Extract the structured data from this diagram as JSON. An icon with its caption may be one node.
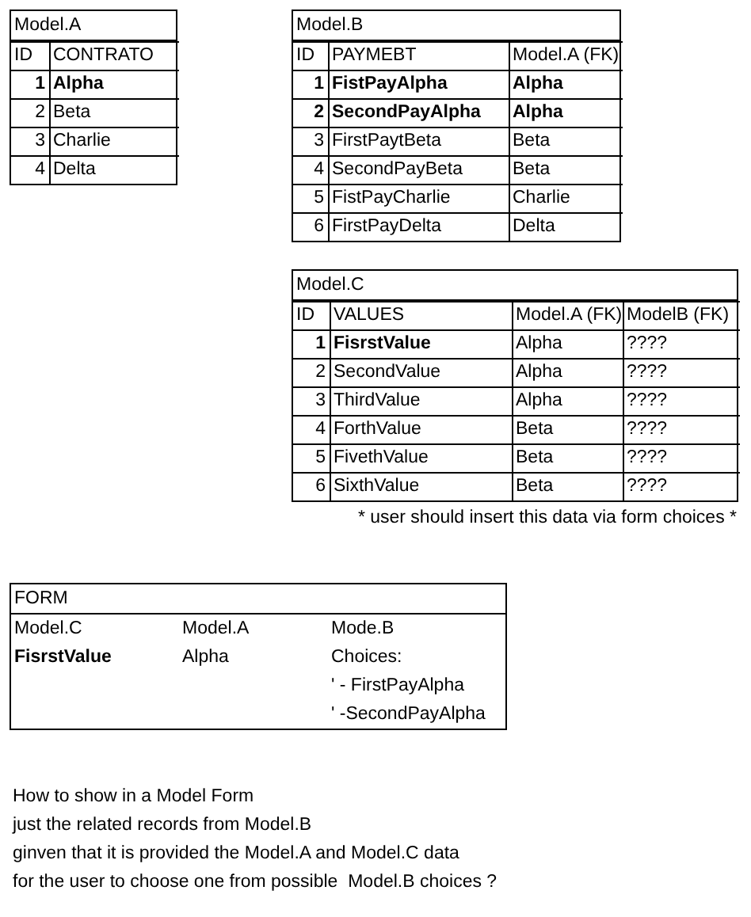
{
  "diagram": {
    "nodes": [
      {
        "text": [
          "Model.A"
        ]
      },
      {
        "text": [
          "Model.B"
        ]
      },
      {
        "text": [
          "Model.C"
        ]
      },
      {
        "text": [
          "FORM"
        ]
      }
    ],
    "labels": [
      "ID",
      "CONTRATO",
      "1",
      "Alpha",
      "2",
      "Beta",
      "3",
      "Charlie",
      "4",
      "Delta",
      "ID",
      "PAYMEBT",
      "Model.A (FK)",
      "1",
      "FistPayAlpha",
      "Alpha",
      "2",
      "SecondPayAlpha",
      "Alpha",
      "3",
      "FirstPaytBeta",
      "Beta",
      "4",
      "SecondPayBeta",
      "Beta",
      "5",
      "FistPayCharlie",
      "Charlie",
      "6",
      "FirstPayDelta",
      "Delta",
      "ID",
      "VALUES",
      "Model.A (FK)",
      "ModelB (FK)",
      "1",
      "FisrstValue",
      "Alpha",
      "????",
      "2",
      "SecondValue",
      "Alpha",
      "????",
      "3",
      "ThirdValue",
      "Alpha",
      "????",
      "4",
      "ForthValue",
      "Beta",
      "????",
      "5",
      "FivethValue",
      "Beta",
      "????",
      "6",
      "SixthValue",
      "Beta",
      "????",
      "* user should insert this data via form choices *",
      "Model.C",
      "Model.A",
      "Mode.B",
      "FisrstValue",
      "Alpha",
      "Choices:",
      "' - FirstPayAlpha",
      "' -SecondPayAlpha",
      "How to show in a Model Form",
      "just the related records from Model.B",
      "ginven that it is provided the Model.A and Model.C data",
      "for the user to choose one from possible  Model.B choices ?"
    ]
  }
}
